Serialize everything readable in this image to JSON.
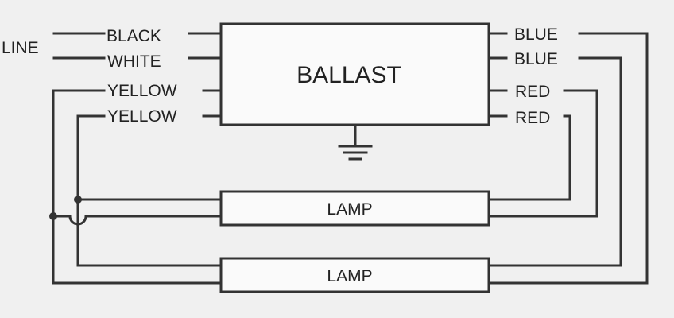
{
  "diagram": {
    "ballast_label": "BALLAST",
    "line_label": "LINE",
    "left_leads": [
      "BLACK",
      "WHITE",
      "YELLOW",
      "YELLOW"
    ],
    "right_leads": [
      "BLUE",
      "BLUE",
      "RED",
      "RED"
    ],
    "lamps": [
      "LAMP",
      "LAMP"
    ]
  },
  "colors": {
    "background": "#f0f0f0",
    "line": "#333333",
    "text": "#222222"
  }
}
